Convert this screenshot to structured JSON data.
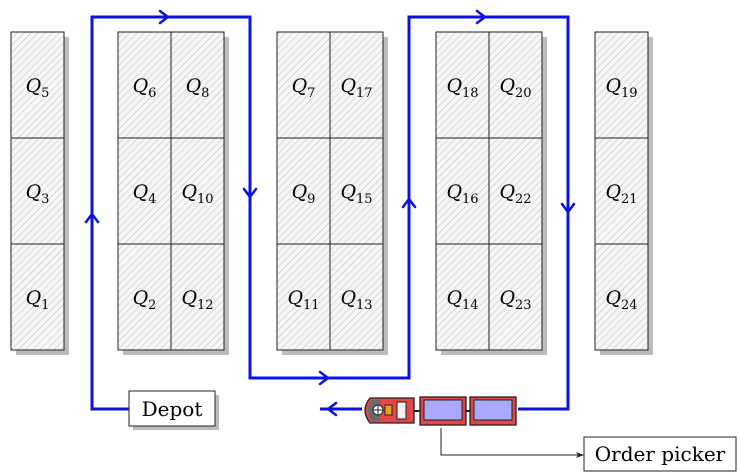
{
  "colors": {
    "route": "#0a12e0",
    "hatch_fill": "#f7f7f7",
    "hatch_line": "#b9b9b9",
    "shadow": "#bdbdbd",
    "border": "#222222",
    "cart_red": "#e24646",
    "cart_blue": "#a9a9ff",
    "cart_dark": "#8a2020",
    "vehicle_grey": "#6a6a6a",
    "vehicle_orange": "#f0a020"
  },
  "labels": {
    "depot": "Depot",
    "order_picker": "Order picker"
  },
  "racks": [
    {
      "id": "rack-1",
      "columns": [
        [
          "5",
          "3",
          "1"
        ]
      ]
    },
    {
      "id": "rack-2",
      "columns": [
        [
          "6",
          "4",
          "2"
        ],
        [
          "8",
          "10",
          "12"
        ]
      ]
    },
    {
      "id": "rack-3",
      "columns": [
        [
          "7",
          "9",
          "11"
        ],
        [
          "17",
          "15",
          "13"
        ]
      ]
    },
    {
      "id": "rack-4",
      "columns": [
        [
          "18",
          "16",
          "14"
        ],
        [
          "20",
          "22",
          "23"
        ]
      ]
    },
    {
      "id": "rack-5",
      "columns": [
        [
          "19",
          "21",
          "24"
        ]
      ]
    }
  ],
  "storage_symbol": "Q",
  "route_icons": [
    "route-arrow-right-icon",
    "route-arrow-up-icon",
    "route-arrow-down-icon",
    "route-arrow-left-icon"
  ],
  "vehicle_icons": [
    "order-picker-vehicle-icon",
    "trailer-cart-icon"
  ]
}
